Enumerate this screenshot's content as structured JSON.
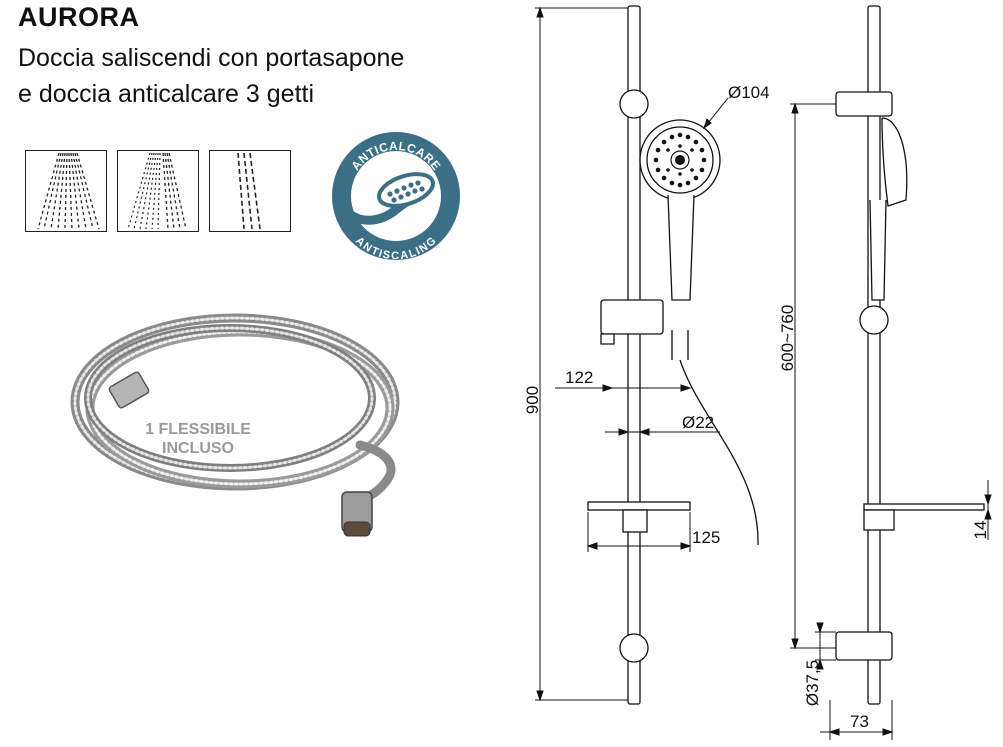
{
  "product": {
    "name": "AURORA",
    "description_line1": "Doccia saliscendi con portasapone",
    "description_line2": "e doccia anticalcare 3 getti"
  },
  "badge": {
    "top_text": "ANTICALCARE",
    "bottom_text": "ANTISCALING",
    "color": "#3b6f86"
  },
  "spray_patterns": [
    "rain-pattern-icon",
    "mixed-pattern-icon",
    "jet-pattern-icon"
  ],
  "hose": {
    "label_line1": "1 FLESSIBILE",
    "label_line2": "INCLUSO"
  },
  "dimensions": {
    "head_diameter": "Ø104",
    "bar_length": "900",
    "slider_offset": "122",
    "bar_diameter": "Ø22",
    "soap_dish_width": "125",
    "adjust_range": "600~760",
    "soap_dish_height": "14",
    "bracket_diameter": "Ø37,5",
    "wall_distance": "73"
  }
}
